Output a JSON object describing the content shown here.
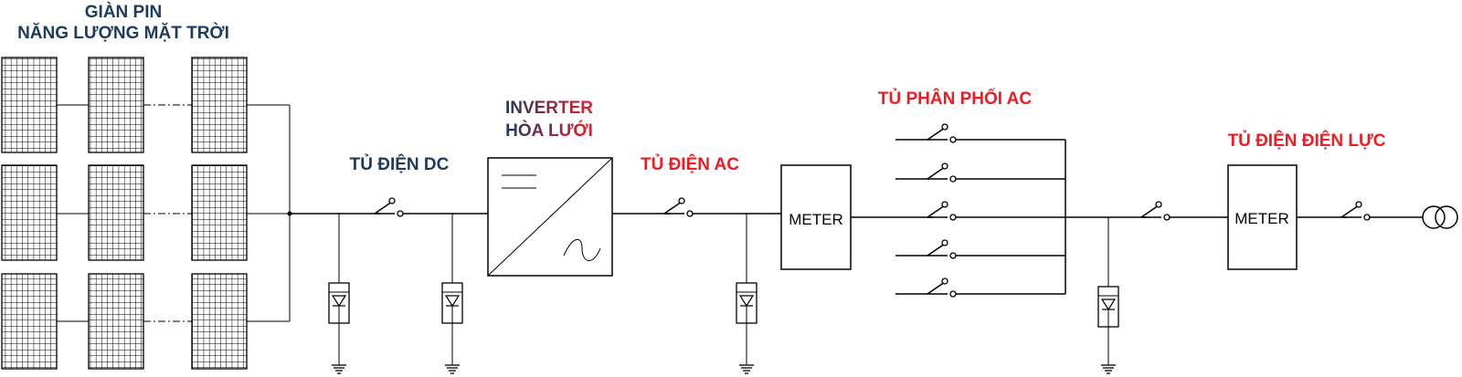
{
  "labels": {
    "panel_line1": "GIÀN PIN",
    "panel_line2": "NĂNG LƯỢNG MẶT TRỜI",
    "dc_box": "TỦ ĐIỆN DC",
    "inverter_line1": "INVERTER",
    "inverter_line2": "HÒA LƯỚI",
    "ac_box": "TỦ ĐIỆN AC",
    "ac_distribution": "TỦ PHÂN PHỐI AC",
    "utility_box": "TỦ ĐIỆN ĐIỆN LỰC",
    "meter1": "METER",
    "meter2": "METER"
  },
  "colors": {
    "navy": "#1f3a5f",
    "red": "#ee1c25",
    "inverter_gradient": [
      "#1f3a5f",
      "#ee1c25"
    ]
  },
  "components": {
    "panel_rows": 3,
    "panels_per_row": 3,
    "surge_arresters": 4,
    "distribution_switches": 5
  }
}
